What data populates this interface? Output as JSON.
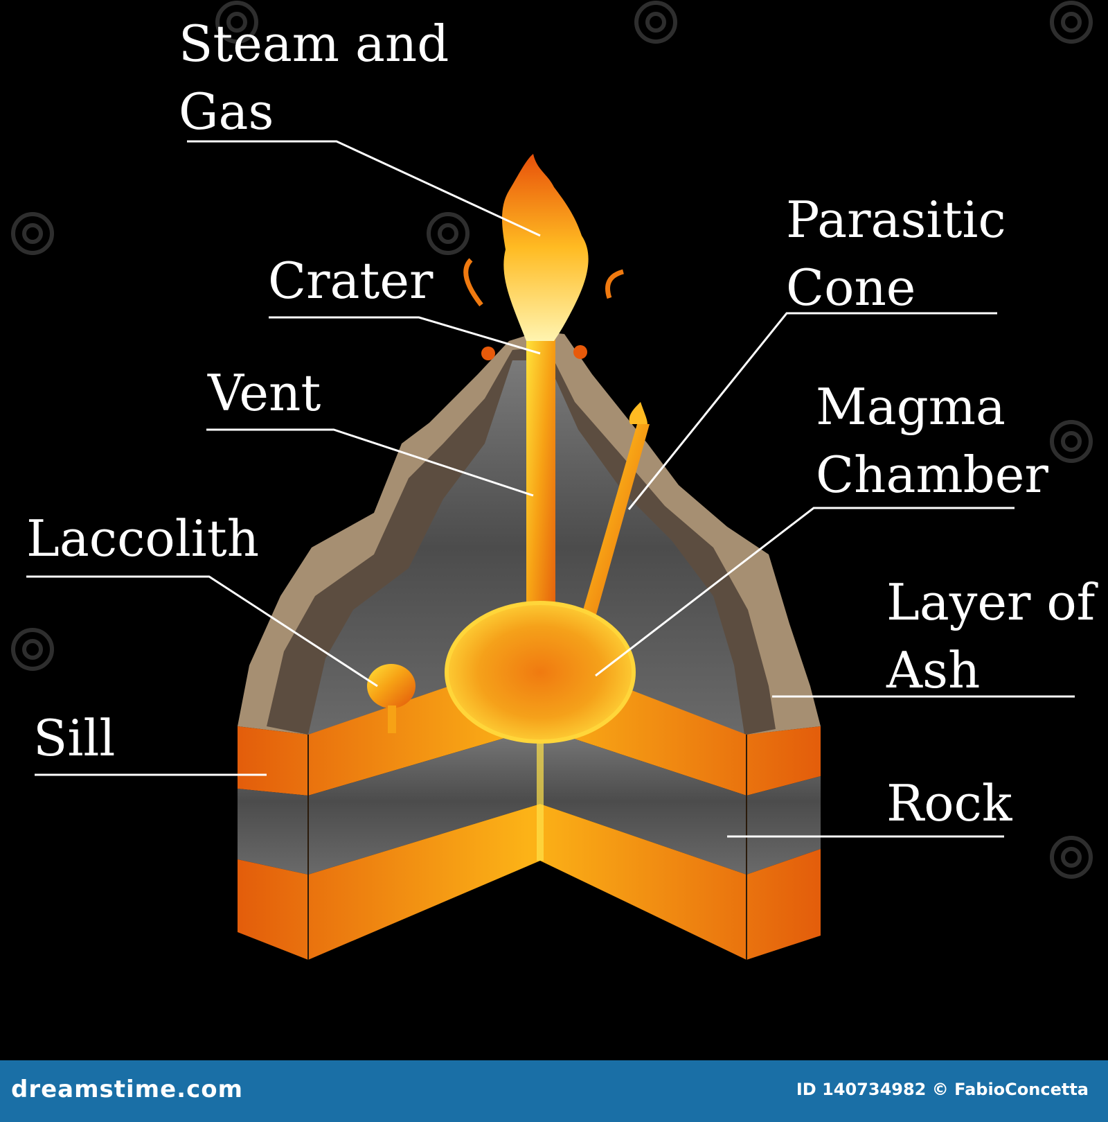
{
  "labels": {
    "steam_gas": [
      "Steam and",
      "Gas"
    ],
    "crater": [
      "Crater"
    ],
    "vent": [
      "Vent"
    ],
    "laccolith": [
      "Laccolith"
    ],
    "sill": [
      "Sill"
    ],
    "parasitic_cone": [
      "Parasitic",
      "Cone"
    ],
    "magma_chamber": [
      "Magma",
      "Chamber"
    ],
    "layer_of_ash": [
      "Layer of",
      "Ash"
    ],
    "rock": [
      "Rock"
    ]
  },
  "footer": {
    "brand": "dreamstime.com",
    "credit": "ID 140734982 © FabioConcetta"
  },
  "colors": {
    "background": "#000000",
    "magma": "#f28a12",
    "magma_light": "#ffd21a",
    "rock": "#5d5d5d",
    "ash": "#a68f72",
    "ash_dark": "#5c4d40",
    "footer": "#1a6fa6"
  }
}
